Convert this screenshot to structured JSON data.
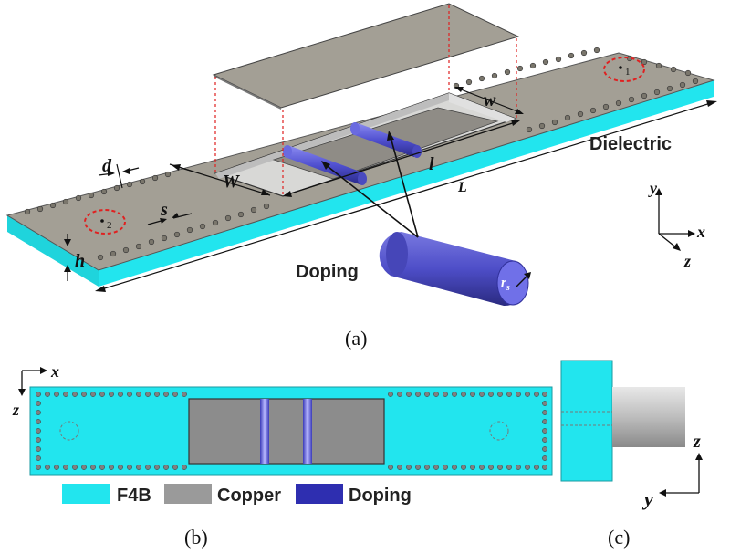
{
  "figure_a": {
    "caption": "(a)",
    "label_dielectric": "Dielectric",
    "label_doping": "Doping",
    "dim_d": "d",
    "dim_s": "s",
    "dim_W": "W",
    "dim_w": "w",
    "dim_l": "l",
    "dim_L": "L",
    "dim_h": "h",
    "dim_rs": "r",
    "dim_rs_sub": "s",
    "port1": "1",
    "port2": "2",
    "axis_x": "x",
    "axis_y": "y",
    "axis_z": "z"
  },
  "figure_b": {
    "caption": "(b)",
    "axis_x": "x",
    "axis_z": "z",
    "legend": [
      {
        "name": "F4B",
        "color": "#22e5ee"
      },
      {
        "name": "Copper",
        "color": "#9a9a9a"
      },
      {
        "name": "Doping",
        "color": "#2e2eb0"
      }
    ]
  },
  "figure_c": {
    "caption": "(c)",
    "axis_y": "y",
    "axis_z": "z"
  },
  "colors": {
    "dielectric": "#22e5ee",
    "copper": "#9a9a9a",
    "doping": "#5858d6",
    "port_ring": "#e02020",
    "projection": "#e02020"
  }
}
